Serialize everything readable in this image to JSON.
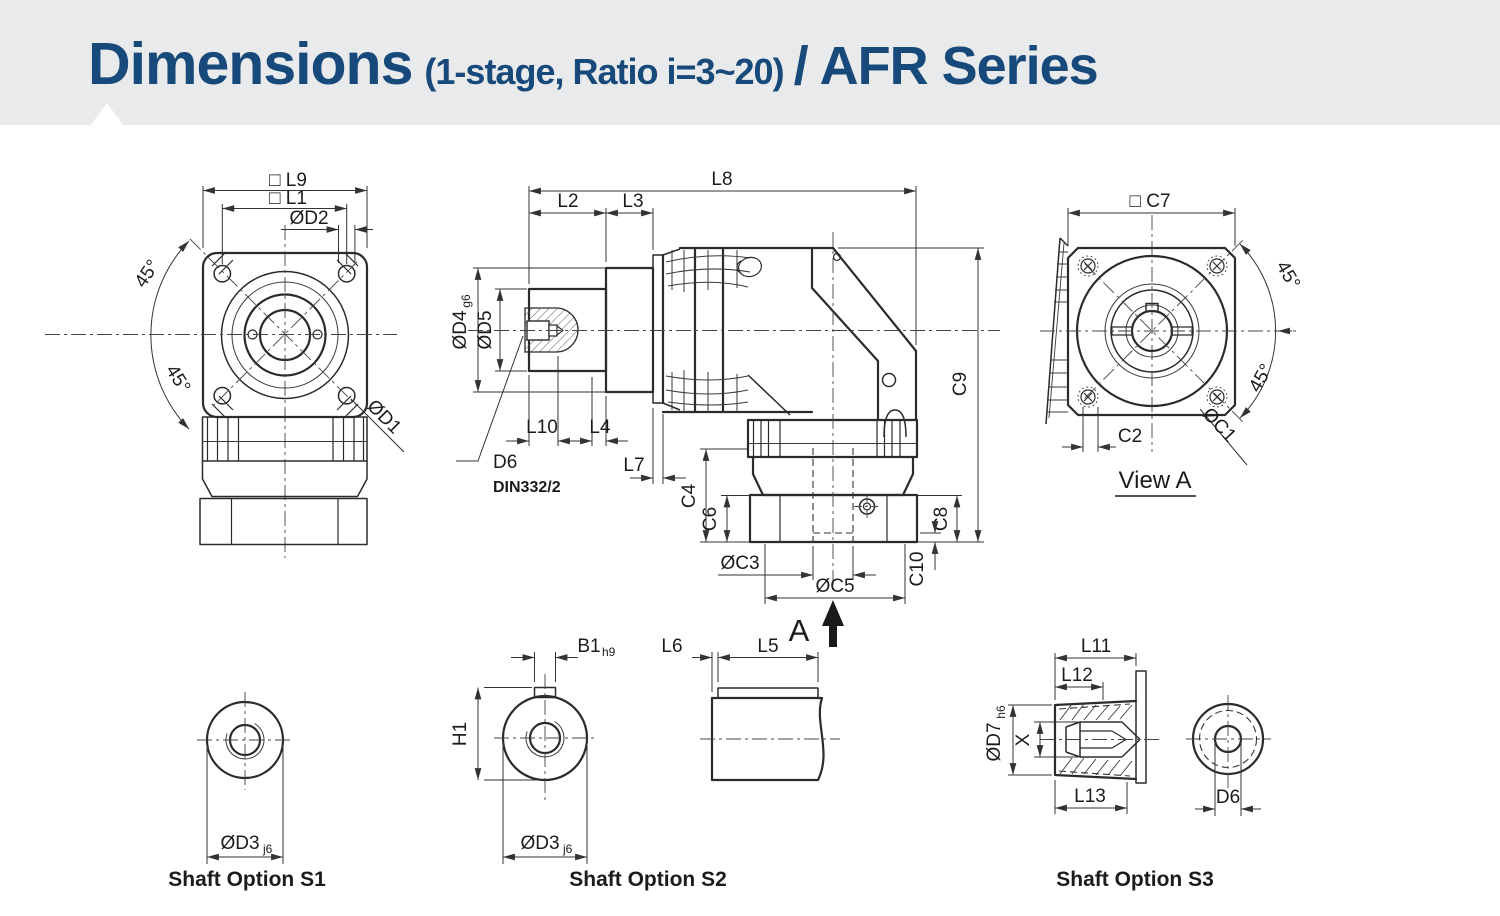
{
  "header": {
    "title_main": "Dimensions",
    "title_sub": "(1-stage, Ratio i=3~20)",
    "title_series": "/ AFR Series"
  },
  "colors": {
    "header_bg": "#e9eaeb",
    "title_blue": "#17497b",
    "line_dark": "#2b2b2b",
    "dim_gray": "#333333"
  },
  "front_view": {
    "dim_sq_l9": "□ L9",
    "dim_sq_l1": "□ L1",
    "dim_dia_d2": "ØD2",
    "angle_top": "45°",
    "angle_bottom": "45°",
    "dim_dia_d1": "ØD1"
  },
  "side_view": {
    "dim_l8": "L8",
    "dim_l2": "L2",
    "dim_l3": "L3",
    "dim_dia_d4": "ØD4",
    "d4_tol": "g6",
    "dim_dia_d5": "ØD5",
    "dim_l10": "L10",
    "dim_l4": "L4",
    "dim_l7": "L7",
    "leader_d6": "D6",
    "leader_d6_std": "DIN332/2",
    "dim_c4": "C4",
    "dim_c6": "C6",
    "dim_dia_c3": "ØC3",
    "dim_dia_c5": "ØC5",
    "dim_c8": "C8",
    "dim_c9": "C9",
    "dim_c10": "C10",
    "view_marker": "A"
  },
  "view_a": {
    "dim_sq_c7": "□ C7",
    "angle_top": "45°",
    "angle_bottom": "45°",
    "dim_c2": "C2",
    "dim_dia_c1": "ØC1",
    "caption": "View A"
  },
  "shaft_s1": {
    "dim_dia_d3": "ØD3",
    "d3_tol": "j6",
    "caption": "Shaft Option S1"
  },
  "shaft_s2": {
    "dim_b1": "B1",
    "b1_tol": "h9",
    "dim_h1": "H1",
    "dim_dia_d3": "ØD3",
    "d3_tol": "j6",
    "dim_l6": "L6",
    "dim_l5": "L5",
    "caption": "Shaft Option S2"
  },
  "shaft_s3": {
    "dim_l11": "L11",
    "dim_l12": "L12",
    "dim_dia_d7": "ØD7",
    "d7_tol": "h6",
    "dim_x": "X",
    "dim_l13": "L13",
    "dim_d6": "D6",
    "caption": "Shaft Option S3"
  }
}
